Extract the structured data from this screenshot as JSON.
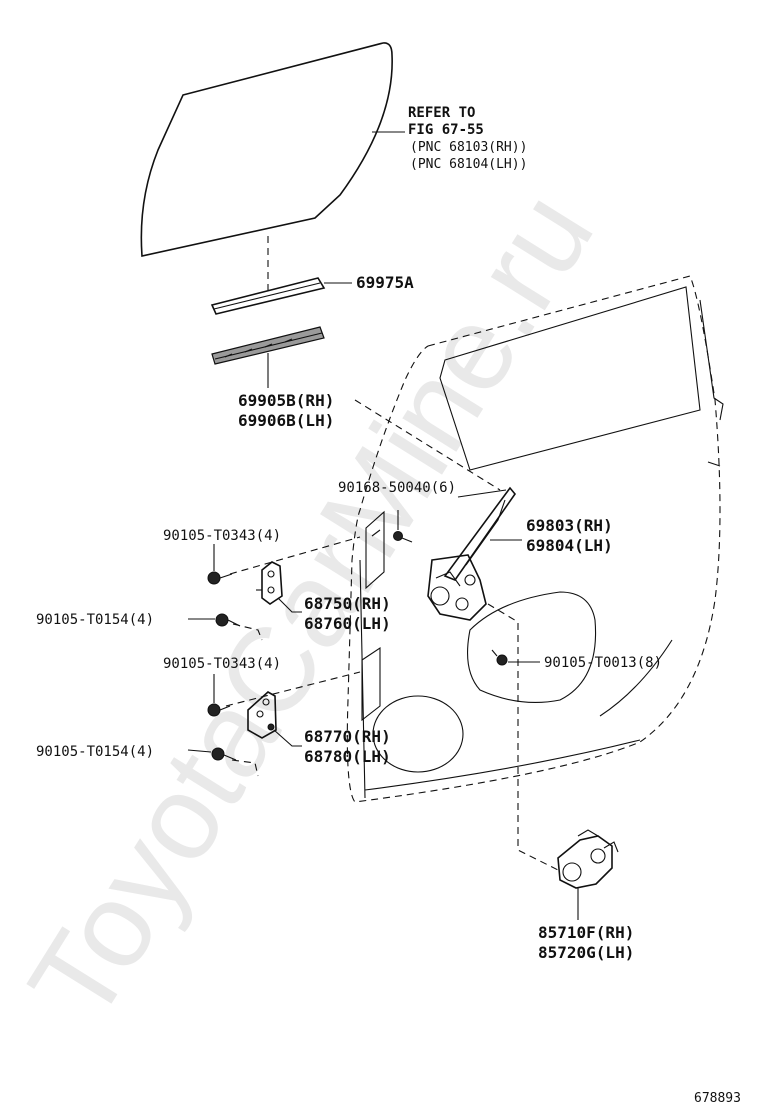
{
  "watermark": "ToyotaCarMine.ru",
  "figure_number": "678893",
  "labels": {
    "refer_line1": "REFER TO",
    "refer_line2": "FIG 67-55",
    "refer_line3": "(PNC 68103(RH))",
    "refer_line4": "(PNC 68104(LH))",
    "p69975a": "69975A",
    "p69905b": "69905B(RH)",
    "p69906b": "69906B(LH)",
    "p90168": "90168-50040(6)",
    "p69803": "69803(RH)",
    "p69804": "69804(LH)",
    "p90105_t0343_a": "90105-T0343(4)",
    "p90105_t0154_a": "90105-T0154(4)",
    "p68750": "68750(RH)",
    "p68760": "68760(LH)",
    "p90105_t0013": "90105-T0013(8)",
    "p90105_t0343_b": "90105-T0343(4)",
    "p90105_t0154_b": "90105-T0154(4)",
    "p68770": "68770(RH)",
    "p68780": "68780(LH)",
    "p85710f": "85710F(RH)",
    "p85720g": "85720G(LH)"
  }
}
